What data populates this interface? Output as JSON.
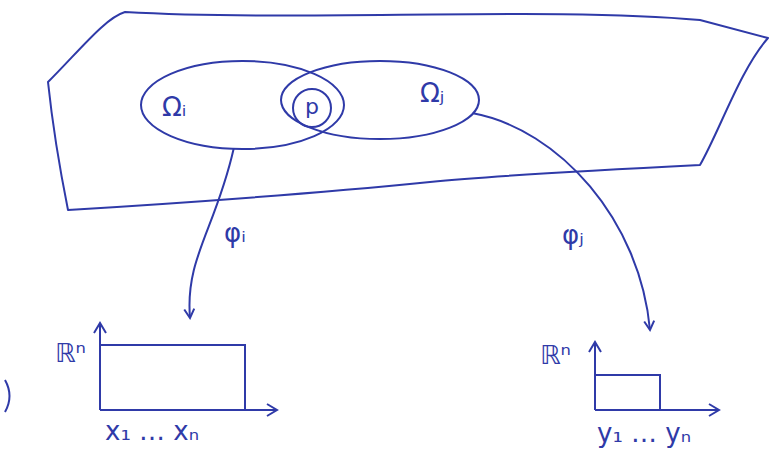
{
  "diagram": {
    "nodes": [
      {
        "text": [
          "Ωᵢ"
        ]
      },
      {
        "text": [
          "p"
        ]
      },
      {
        "text": [
          "Ωⱼ"
        ]
      },
      {
        "text": [
          "ℝⁿ",
          "x₁ … xₙ"
        ]
      },
      {
        "text": [
          "ℝⁿ",
          "y₁ … yₙ"
        ]
      }
    ],
    "edges": [
      {
        "from": 0,
        "to": 3,
        "arrow": "to",
        "label": "φᵢ"
      },
      {
        "from": 2,
        "to": 4,
        "arrow": "to",
        "label": "φⱼ"
      }
    ]
  }
}
